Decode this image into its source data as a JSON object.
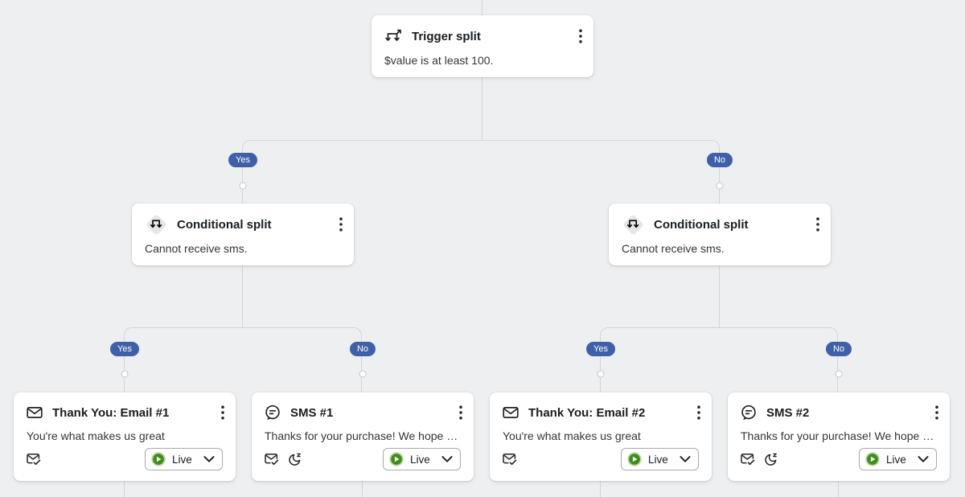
{
  "colors": {
    "background": "#edeff1",
    "card": "#ffffff",
    "connector_line": "#d3d6d9",
    "badge_blue": "#3f5fa9",
    "live_green": "#418c1f",
    "live_ring": "#bcd9a6",
    "title_text": "#191e22",
    "body_text": "#30363a"
  },
  "labels": {
    "yes": "Yes",
    "no": "No"
  },
  "nodes": {
    "trigger_split": {
      "title": "Trigger split",
      "body": "$value is at least 100.",
      "icon": "trigger-split-icon",
      "menu_icon": "kebab-menu-icon"
    },
    "conditional_left": {
      "title": "Conditional split",
      "body": "Cannot receive sms.",
      "icon": "conditional-split-icon",
      "menu_icon": "kebab-menu-icon"
    },
    "conditional_right": {
      "title": "Conditional split",
      "body": "Cannot receive sms.",
      "icon": "conditional-split-icon",
      "menu_icon": "kebab-menu-icon"
    },
    "email_1": {
      "title": "Thank You: Email #1",
      "body": "You're what makes us great",
      "status": "Live",
      "type_icon": "email-icon",
      "footer_icons": [
        "email-delivery-check-icon"
      ]
    },
    "sms_1": {
      "title": "SMS #1",
      "body": "Thanks for your purchase! We hope that ...",
      "status": "Live",
      "type_icon": "sms-bubble-icon",
      "footer_icons": [
        "email-delivery-check-icon",
        "quiet-hours-moon-icon"
      ]
    },
    "email_2": {
      "title": "Thank You: Email #2",
      "body": "You're what makes us great",
      "status": "Live",
      "type_icon": "email-icon",
      "footer_icons": [
        "email-delivery-check-icon"
      ]
    },
    "sms_2": {
      "title": "SMS #2",
      "body": "Thanks for your purchase! We hope that ...",
      "status": "Live",
      "type_icon": "sms-bubble-icon",
      "footer_icons": [
        "email-delivery-check-icon",
        "quiet-hours-moon-icon"
      ]
    }
  }
}
